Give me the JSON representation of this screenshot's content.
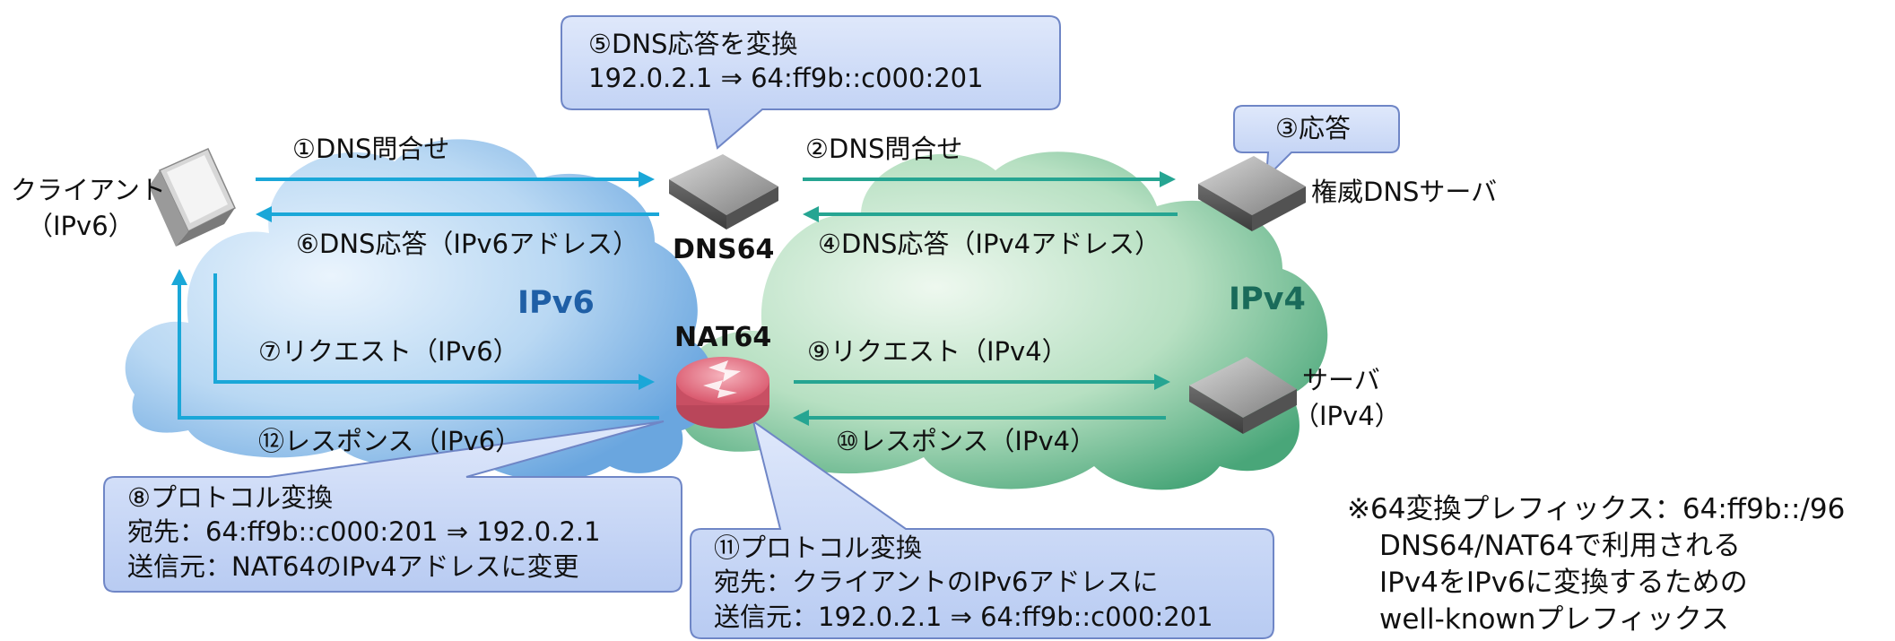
{
  "clouds": {
    "ipv6": "IPv6",
    "ipv4": "IPv4"
  },
  "client": {
    "line1": "クライアント",
    "line2": "（IPv6）"
  },
  "dns_server": {
    "label": "権威DNSサーバ"
  },
  "server": {
    "line1": "サーバ",
    "line2": "（IPv4）"
  },
  "dns64": {
    "label": "DNS64"
  },
  "nat64": {
    "label": "NAT64"
  },
  "steps": {
    "s1": "①DNS問合せ",
    "s2": "②DNS問合せ",
    "s3": "③応答",
    "s4": "④DNS応答（IPv4アドレス）",
    "s6": "⑥DNS応答（IPv6アドレス）",
    "s7": "⑦リクエスト（IPv6）",
    "s9": "⑨リクエスト（IPv4）",
    "s10": "⑩レスポンス（IPv4）",
    "s12": "⑫レスポンス（IPv6）"
  },
  "callouts": {
    "c5": {
      "line1": "⑤DNS応答を変換",
      "line2": "192.0.2.1 ⇒ 64:ff9b::c000:201"
    },
    "c8": {
      "line1": "⑧プロトコル変換",
      "line2": "宛先：64:ff9b::c000:201 ⇒ 192.0.2.1",
      "line3": "送信元：NAT64のIPv4アドレスに変更"
    },
    "c11": {
      "line1": "⑪プロトコル変換",
      "line2": "宛先：クライアントのIPv6アドレスに",
      "line3": "送信元：192.0.2.1 ⇒ 64:ff9b::c000:201"
    }
  },
  "note": {
    "line1": "※64変換プレフィックス：64:ff9b::/96",
    "line2": "DNS64/NAT64で利用される",
    "line3": "IPv4をIPv6に変換するための",
    "line4": "well-knownプレフィックス"
  },
  "colors": {
    "ipv6_arrow": "#1aa7d8",
    "ipv4_arrow": "#26a592",
    "ipv6_cloud": "#7fb6e8",
    "ipv4_cloud": "#5fb98a",
    "callout_fill": "#c5d5f5",
    "callout_border": "#6f86c6",
    "router": "#e36b7d",
    "ipv6_text": "#1f5fa6",
    "ipv4_text": "#1a6b5a"
  }
}
